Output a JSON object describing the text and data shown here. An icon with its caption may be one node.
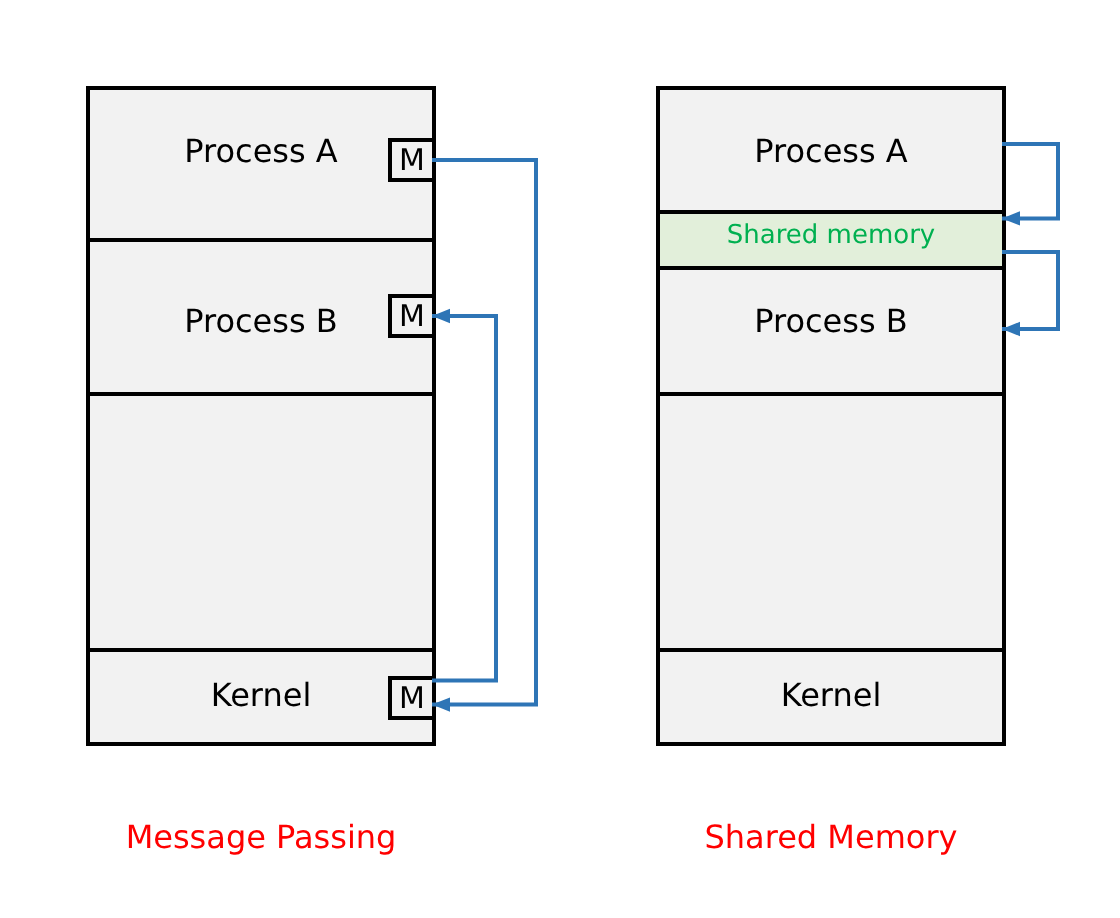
{
  "diagram": {
    "nodes": [
      {
        "text": [],
        "shape": "box",
        "beside": [
          "Message Passing"
        ]
      },
      {
        "text": [
          "Process A"
        ],
        "in": 0
      },
      {
        "text": [
          "M"
        ],
        "in": 1
      },
      {
        "text": [
          "Process B"
        ],
        "in": 0
      },
      {
        "text": [
          "M"
        ],
        "in": 3
      },
      {
        "text": [],
        "shape": "box",
        "in": 0
      },
      {
        "text": [
          "Kernel"
        ],
        "in": 0
      },
      {
        "text": [
          "M"
        ],
        "in": 6
      },
      {
        "text": [],
        "shape": "box",
        "beside": [
          "Shared Memory"
        ]
      },
      {
        "text": [
          "Process A"
        ],
        "in": 8
      },
      {
        "text": [
          "Shared memory"
        ],
        "in": 8
      },
      {
        "text": [
          "Process B"
        ],
        "in": 8
      },
      {
        "text": [],
        "shape": "box",
        "in": 8
      },
      {
        "text": [
          "Kernel"
        ],
        "in": 8
      }
    ],
    "edges": [
      {
        "from": 2,
        "to": 7,
        "arrow": "to"
      },
      {
        "from": 7,
        "to": 4,
        "arrow": "to"
      },
      {
        "from": 9,
        "to": 10,
        "arrow": "to"
      },
      {
        "from": 10,
        "to": 11,
        "arrow": "to"
      }
    ]
  }
}
